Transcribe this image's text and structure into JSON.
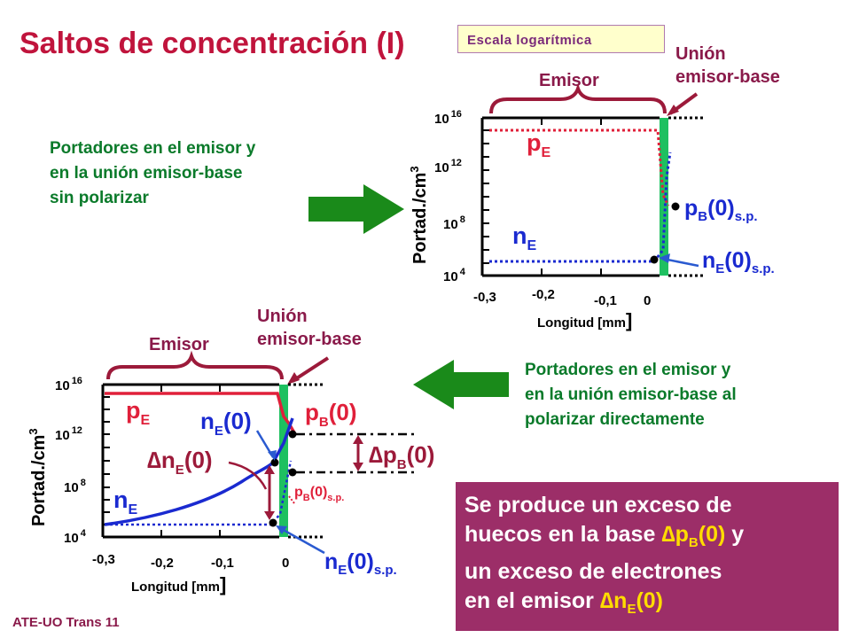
{
  "title": "Saltos de concentración (I)",
  "scale_note": "Escala logarítmica",
  "footer": "ATE-UO Trans 11",
  "top_text": [
    "Portadores en el emisor y",
    "en la  unión emisor-base",
    "sin polarizar"
  ],
  "bottom_text": [
    "Portadores en el emisor y",
    "en la  unión emisor-base al",
    "polarizar directamente"
  ],
  "info_box": {
    "line1": "Se produce un exceso de",
    "line2a": "huecos en la base ",
    "line2b": "∆p",
    "line2c": "B",
    "line2d": "(0)",
    "line2e": " y",
    "line3": "un exceso de electrones",
    "line4a": "en el emisor ",
    "line4b": "∆n",
    "line4c": "E",
    "line4d": "(0)"
  },
  "plot_top": {
    "emitter_label": "Emisor",
    "junction_label": [
      "Unión",
      "emisor-base"
    ],
    "y_axis_label": "Portad./cm",
    "y_axis_sup": "3",
    "y_ticks": [
      {
        "base": "10",
        "exp": "16"
      },
      {
        "base": "10",
        "exp": "12"
      },
      {
        "base": "10",
        "exp": "8"
      },
      {
        "base": "10",
        "exp": "4"
      }
    ],
    "x_ticks": [
      "-0,3",
      "-0,2",
      "-0,1",
      "0"
    ],
    "x_axis_label": "Longitud  [mm",
    "x_axis_bracket": "]",
    "pE": {
      "main": "p",
      "sub": "E"
    },
    "nE": {
      "main": "n",
      "sub": "E"
    },
    "pB_sp": {
      "main": "p",
      "sub": "B",
      "rest": "(0)",
      "sub2": "s.p."
    },
    "nE_sp": {
      "main": "n",
      "sub": "E",
      "rest": "(0)",
      "sub2": "s.p."
    }
  },
  "plot_bottom": {
    "emitter_label": "Emisor",
    "junction_label": [
      "Unión",
      "emisor-base"
    ],
    "y_axis_label": "Portad./cm",
    "y_axis_sup": "3",
    "y_ticks": [
      {
        "base": "10",
        "exp": "16"
      },
      {
        "base": "10",
        "exp": "12"
      },
      {
        "base": "10",
        "exp": "8"
      },
      {
        "base": "10",
        "exp": "4"
      }
    ],
    "x_ticks": [
      "-0,3",
      "-0,2",
      "-0,1",
      "0"
    ],
    "x_axis_label": "Longitud  [mm",
    "x_axis_bracket": "]",
    "pE": {
      "main": "p",
      "sub": "E"
    },
    "nE": {
      "main": "n",
      "sub": "E"
    },
    "nE0": {
      "main": "n",
      "sub": "E",
      "rest": "(0)"
    },
    "pB0": {
      "main": "p",
      "sub": "B",
      "rest": "(0)"
    },
    "dnE0": {
      "main": "∆n",
      "sub": "E",
      "rest": "(0)"
    },
    "dpB0": {
      "main": "∆p",
      "sub": "B",
      "rest": "(0)"
    },
    "pB0_sp": {
      "main": "p",
      "sub": "B",
      "rest": "(0)",
      "sub2": "s.p."
    },
    "nE_sp": {
      "main": "n",
      "sub": "E",
      "rest": "(0)",
      "sub2": "s.p."
    }
  },
  "colors": {
    "title": "#c0143c",
    "green_text": "#0a7a2a",
    "purple": "#8a1a4a",
    "curve_red": "#e0203a",
    "curve_blue": "#1a2ad0",
    "junction_green": "#1ec060",
    "box": "#9c2e68"
  }
}
